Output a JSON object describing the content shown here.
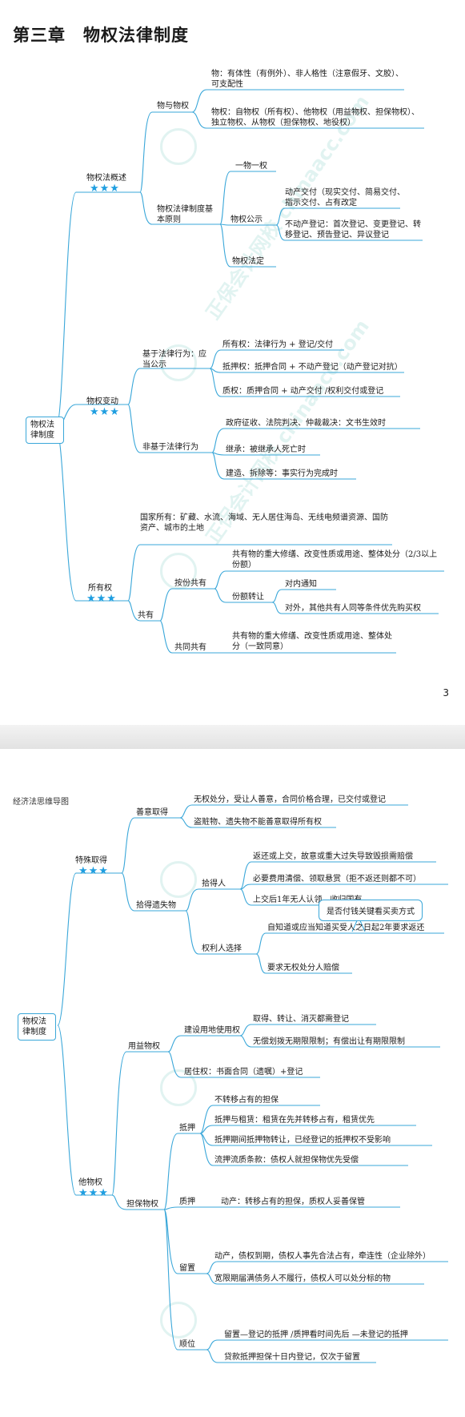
{
  "page1": {
    "chapter_title": "第三章　物权法律制度",
    "page_number": "3",
    "root": "物权法律制度",
    "watermark": "正保会计网校 chinaacc.com",
    "sections": {
      "overview": {
        "label": "物权法概述",
        "stars": "★★★",
        "items": {
          "thing_and_right": "物与物权",
          "thing": "物：有体性（有例外）、非人格性（注意假牙、文胶）、可支配性",
          "right": "物权：自物权（所有权）、他物权（用益物权、担保物权）、独立物权、从物权（担保物权、地役权）",
          "principles": "物权法律制度基本原则",
          "one_thing_one_right": "一物一权",
          "publicity": "物权公示",
          "movable_delivery": "动产交付（现实交付、简易交付、指示交付、占有改定",
          "immovable_registration": "不动产登记：首次登记、变更登记、转移登记、预告登记、异议登记",
          "statutory": "物权法定"
        }
      },
      "change": {
        "label": "物权变动",
        "stars": "★★★",
        "items": {
          "legal_act": "基于法律行为：应当公示",
          "ownership": "所有权：法律行为 + 登记/交付",
          "mortgage": "抵押权：抵押合同 + 不动产登记（动产登记对抗）",
          "pledge": "质权：质押合同 + 动产交付 /权利交付或登记",
          "non_legal_act": "非基于法律行为",
          "expropriation": "政府征收、法院判决、仲裁裁决：文书生效时",
          "inheritance": "继承：被继承人死亡时",
          "construction": "建造、拆除等：事实行为完成时"
        }
      },
      "ownership": {
        "label": "所有权",
        "stars": "★★★",
        "items": {
          "state": "国家所有：矿藏、水流、海域、无人居住海岛、无线电频谱资源、国防资产、城市的土地",
          "co_ownership": "共有",
          "by_share": "按份共有",
          "by_share_major": "共有物的重大修缮、改变性质或用途、整体处分（2/3以上份额）",
          "share_transfer": "份额转让",
          "internal_notice": "对内通知",
          "external": "对外，其他共有人同等条件优先购买权",
          "joint": "共同共有",
          "joint_major": "共有物的重大修缮、改变性质或用途、整体处分（一致同意）"
        }
      }
    }
  },
  "page2": {
    "header": "经济法思维导图",
    "root": "物权法律制度",
    "sections": {
      "special": {
        "label": "特殊取得",
        "stars": "★★★",
        "items": {
          "good_faith": "善意取得",
          "gf1": "无权处分，受让人善意，合同价格合理，已交付或登记",
          "gf2": "盗赃物、遗失物不能善意取得所有权",
          "lost": "拾得遗失物",
          "finder": "拾得人",
          "f1": "返还或上交，故意或重大过失导致毁损需赔偿",
          "f2": "必要费用清偿、领取悬赏（拒不返还则都不可）",
          "f3": "上交后1年无人认领，收归国有",
          "callout": "是否付钱关键看买卖方式",
          "owner_choice": "权利人选择",
          "c1": "自知道或应当知道买受人之日起2年要求返还",
          "c2": "要求无权处分人赔偿"
        }
      },
      "other": {
        "label": "他物权",
        "stars": "★★★",
        "items": {
          "usufruct": "用益物权",
          "land_use": "建设用地使用权",
          "lu1": "取得、转让、消灭都需登记",
          "lu2": "无偿划拨无期限限制；有偿出让有期限限制",
          "residence": "居住权：书面合同（遗嘱）+登记",
          "security": "担保物权",
          "mortgage": "抵押",
          "m1": "不转移占有的担保",
          "m2": "抵押与租赁：租赁在先并转移占有，租赁优先",
          "m3": "抵押期间抵押物转让，已经登记的抵押权不受影响",
          "m4": "流押流质条款：债权人就担保物优先受偿",
          "pledge": "质押",
          "p1": "动产：转移占有的担保，质权人妥善保管",
          "lien": "留置",
          "l1": "动产，债权到期，债权人事先合法占有，牵连性（企业除外）",
          "l2": "宽限期届满债务人不履行，债权人可以处分标的物",
          "priority": "顺位",
          "pr1": "留置—登记的抵押 /质押看时间先后 —未登记的抵押",
          "pr2": "贷款抵押担保十日内登记，仅次于留置"
        }
      }
    }
  },
  "colors": {
    "line": "#3aa7d9",
    "star": "#1f9ee0"
  }
}
